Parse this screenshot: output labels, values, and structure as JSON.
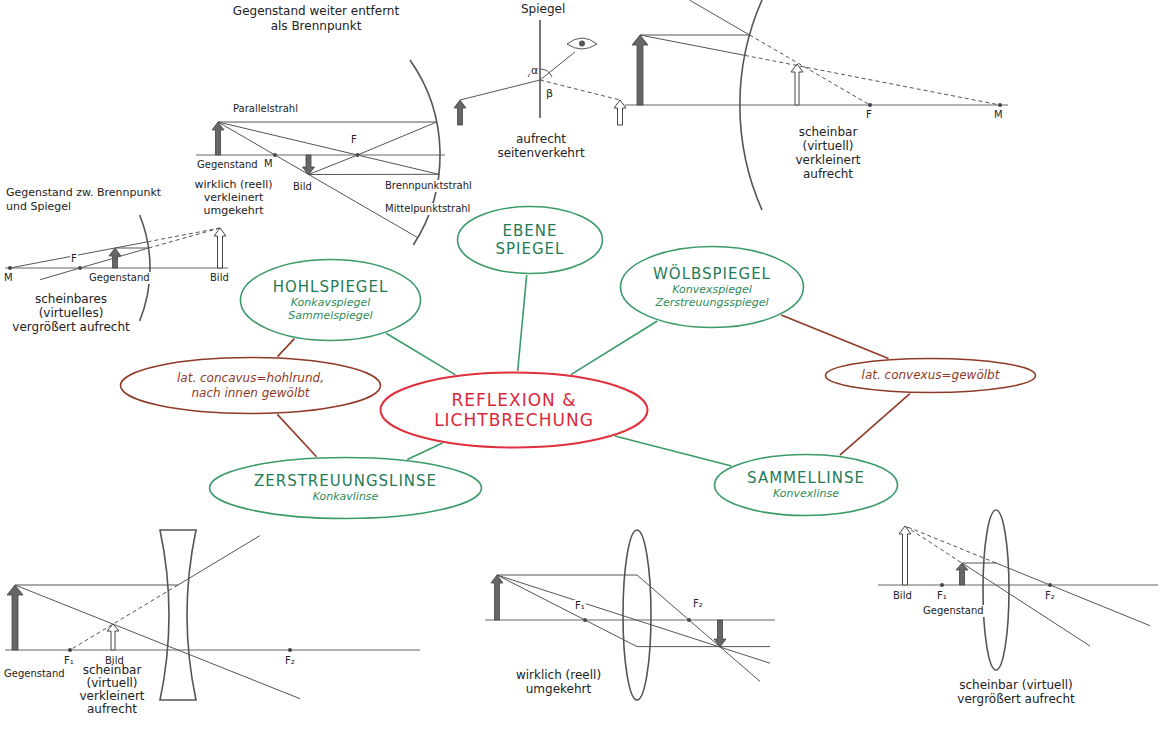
{
  "diagram": {
    "nodes": [
      {
        "text": [
          "EBENE SPIEGEL"
        ]
      },
      {
        "text": [
          "HOHLSPIEGEL",
          "Konkavspiegel",
          "Sammelspiegel"
        ]
      },
      {
        "text": [
          "WÖLBSPIEGEL",
          "Konvexspiegel",
          "Zerstreuungsspiegel"
        ]
      },
      {
        "text": [
          "lat. concavus=hohlrund, nach innen gewölbt"
        ]
      },
      {
        "text": [
          "REFLEXION & LICHTBRECHUNG"
        ]
      },
      {
        "text": [
          "lat. convexus=gewölbt"
        ]
      },
      {
        "text": [
          "ZERSTREUUNGSLINSE",
          "Konkavlinse"
        ]
      },
      {
        "text": [
          "SAMMELLINSE",
          "Konvexlinse"
        ]
      }
    ],
    "edges": [
      {
        "from": 4,
        "to": 0,
        "arrow": "none"
      },
      {
        "from": 4,
        "to": 1,
        "arrow": "none"
      },
      {
        "from": 4,
        "to": 2,
        "arrow": "none"
      },
      {
        "from": 4,
        "to": 6,
        "arrow": "none"
      },
      {
        "from": 4,
        "to": 7,
        "arrow": "none"
      },
      {
        "from": 1,
        "to": 3,
        "arrow": "none"
      },
      {
        "from": 3,
        "to": 6,
        "arrow": "none"
      },
      {
        "from": 2,
        "to": 5,
        "arrow": "none"
      },
      {
        "from": 5,
        "to": 7,
        "arrow": "none"
      }
    ],
    "labels": [
      "Gegenstand weiter entfernt als Brennpunkt",
      "Parallelstrahl",
      "Gegenstand",
      "M",
      "F",
      "Brennpunktstrahl",
      "Bild",
      "Mittelpunktstrahl",
      "wirklich (reell) verkleinert umgekehrt",
      "Gegenstand zw. Brennpunkt und Spiegel",
      "M",
      "F",
      "Gegenstand",
      "Bild",
      "scheinbares (virtuelles) vergrößert aufrecht",
      "Spiegel",
      "α",
      "β",
      "aufrecht seitenverkehrt",
      "F",
      "M",
      "scheinbar (virtuell) verkleinert aufrecht",
      "Gegenstand",
      "F₁",
      "Bild",
      "F₂",
      "scheinbar (virtuell) verkleinert aufrecht",
      "F₁",
      "F₂",
      "wirklich (reell) umgekehrt",
      "Bild",
      "F₁",
      "Gegenstand",
      "F₂",
      "scheinbar (virtuell) vergrößert aufrecht"
    ]
  }
}
